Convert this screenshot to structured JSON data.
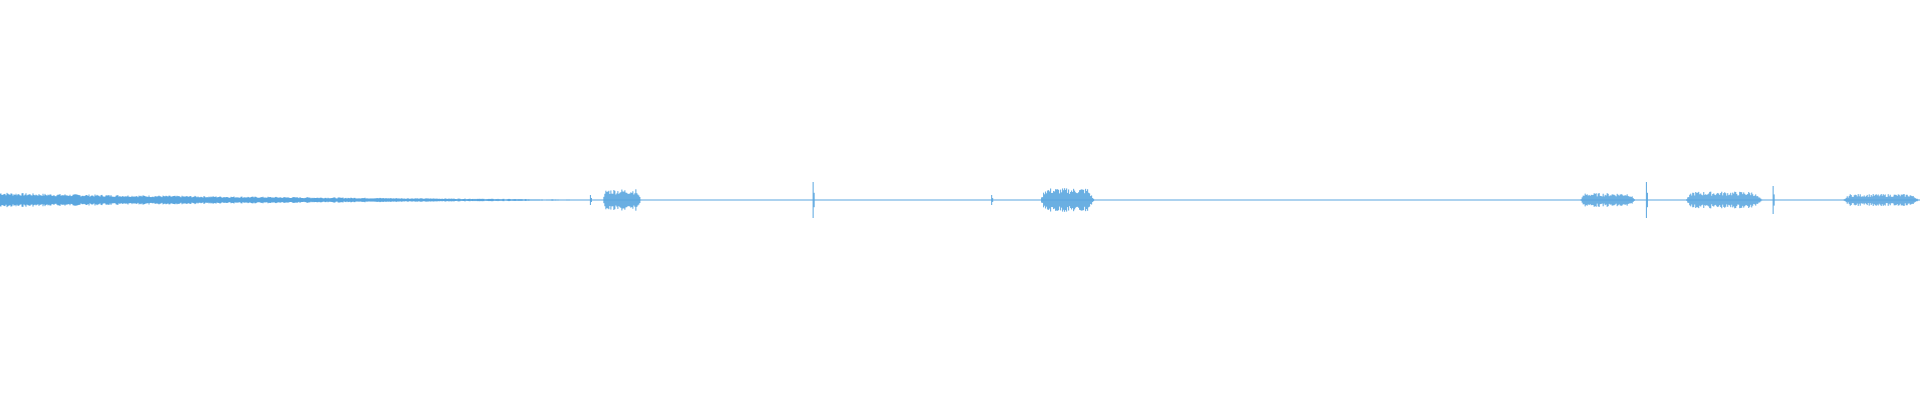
{
  "waveform": {
    "color": "#5aa6df",
    "segments": [
      {
        "kind": "decaying-tone",
        "start": 0.0,
        "end": 0.31,
        "amp_start": 0.08,
        "amp_end": 0.004
      },
      {
        "kind": "spike",
        "at": 0.3075,
        "amp": 0.05
      },
      {
        "kind": "burst",
        "start": 0.314,
        "end": 0.334,
        "amp": 0.11
      },
      {
        "kind": "spike",
        "at": 0.4235,
        "amp": 0.18
      },
      {
        "kind": "spike",
        "at": 0.5165,
        "amp": 0.05
      },
      {
        "kind": "burst",
        "start": 0.542,
        "end": 0.57,
        "amp": 0.12
      },
      {
        "kind": "burst",
        "start": 0.823,
        "end": 0.852,
        "amp": 0.07
      },
      {
        "kind": "spike",
        "at": 0.8575,
        "amp": 0.18
      },
      {
        "kind": "burst",
        "start": 0.878,
        "end": 0.918,
        "amp": 0.085
      },
      {
        "kind": "spike",
        "at": 0.9235,
        "amp": 0.14
      },
      {
        "kind": "burst",
        "start": 0.96,
        "end": 1.0,
        "amp": 0.06
      }
    ]
  }
}
